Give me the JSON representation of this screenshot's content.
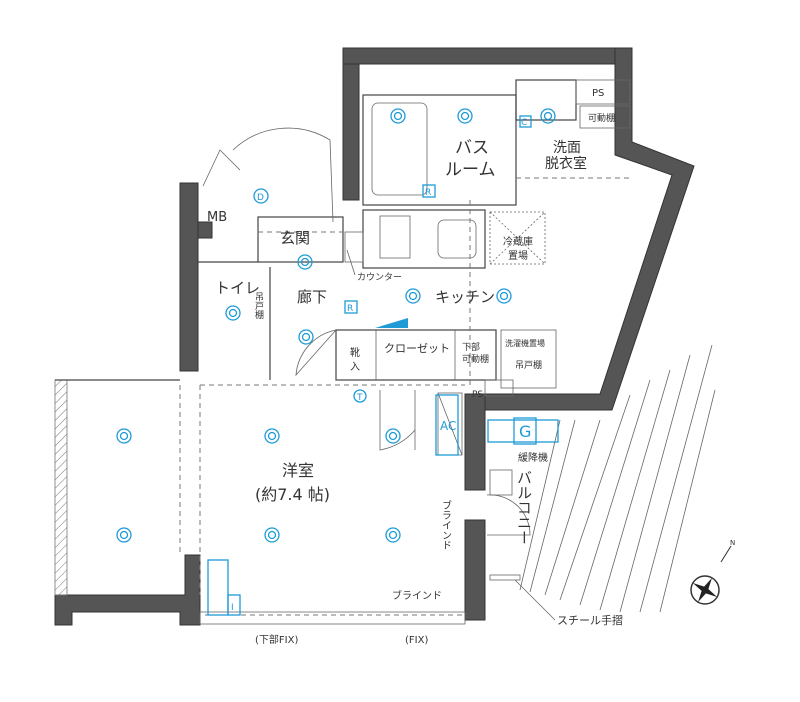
{
  "rooms": {
    "mb": "MB",
    "entrance": "玄関",
    "toilet": "トイレ",
    "toilet_cabinet": "吊戸棚",
    "hallway": "廊下",
    "counter": "カウンター",
    "kitchen": "キッチン",
    "bathroom_line1": "バス",
    "bathroom_line2": "ルーム",
    "washroom_line1": "洗面",
    "washroom_line2": "脱衣室",
    "ps_top": "PS",
    "movable_shelf": "可動棚",
    "fridge_line1": "冷蔵庫",
    "fridge_line2": "置場",
    "closet": "クローゼット",
    "lower_shelf_line1": "下部",
    "lower_shelf_line2": "可動棚",
    "laundry": "洗濯機置場",
    "laundry_cabinet": "吊戸棚",
    "shoe_line1": "靴",
    "shoe_line2": "入",
    "ps_mid": "PS",
    "western_room": "洋室",
    "western_room_size": "(約7.4 帖)",
    "balcony": "バルコニー",
    "escape_ladder": "緩降機",
    "blind_vertical": "ブラインド",
    "blind_bottom": "ブラインド",
    "lower_fix": "(下部FIX)",
    "fix": "(FIX)",
    "steel_handrail": "スチール手摺"
  },
  "symbols": {
    "ac": "AC",
    "gas": "G",
    "door_d": "D",
    "r_bath": "R",
    "r_hall": "R",
    "c_wash": "C",
    "t_phone": "T",
    "i_info": "I",
    "north": "N"
  },
  "colors": {
    "wall": "#555555",
    "equipment": "#1e9bd7"
  }
}
